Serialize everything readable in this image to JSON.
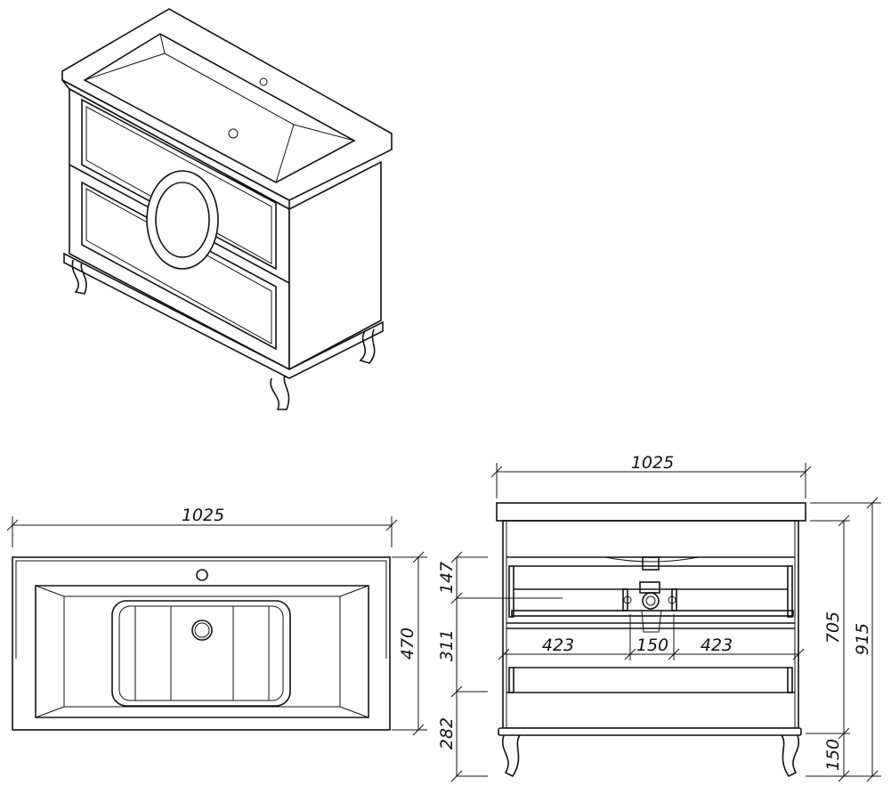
{
  "views": {
    "top_view": {
      "width_label": "1025",
      "depth_label": "470"
    },
    "front_view": {
      "width_label": "1025",
      "drawer_top_label": "147",
      "drawer_mid_label": "311",
      "leg_zone_label": "282",
      "left_offset_label": "423",
      "center_spacing_label": "150",
      "right_offset_label": "423",
      "body_height_label": "705",
      "total_height_label": "915",
      "leg_height_label": "150"
    }
  }
}
